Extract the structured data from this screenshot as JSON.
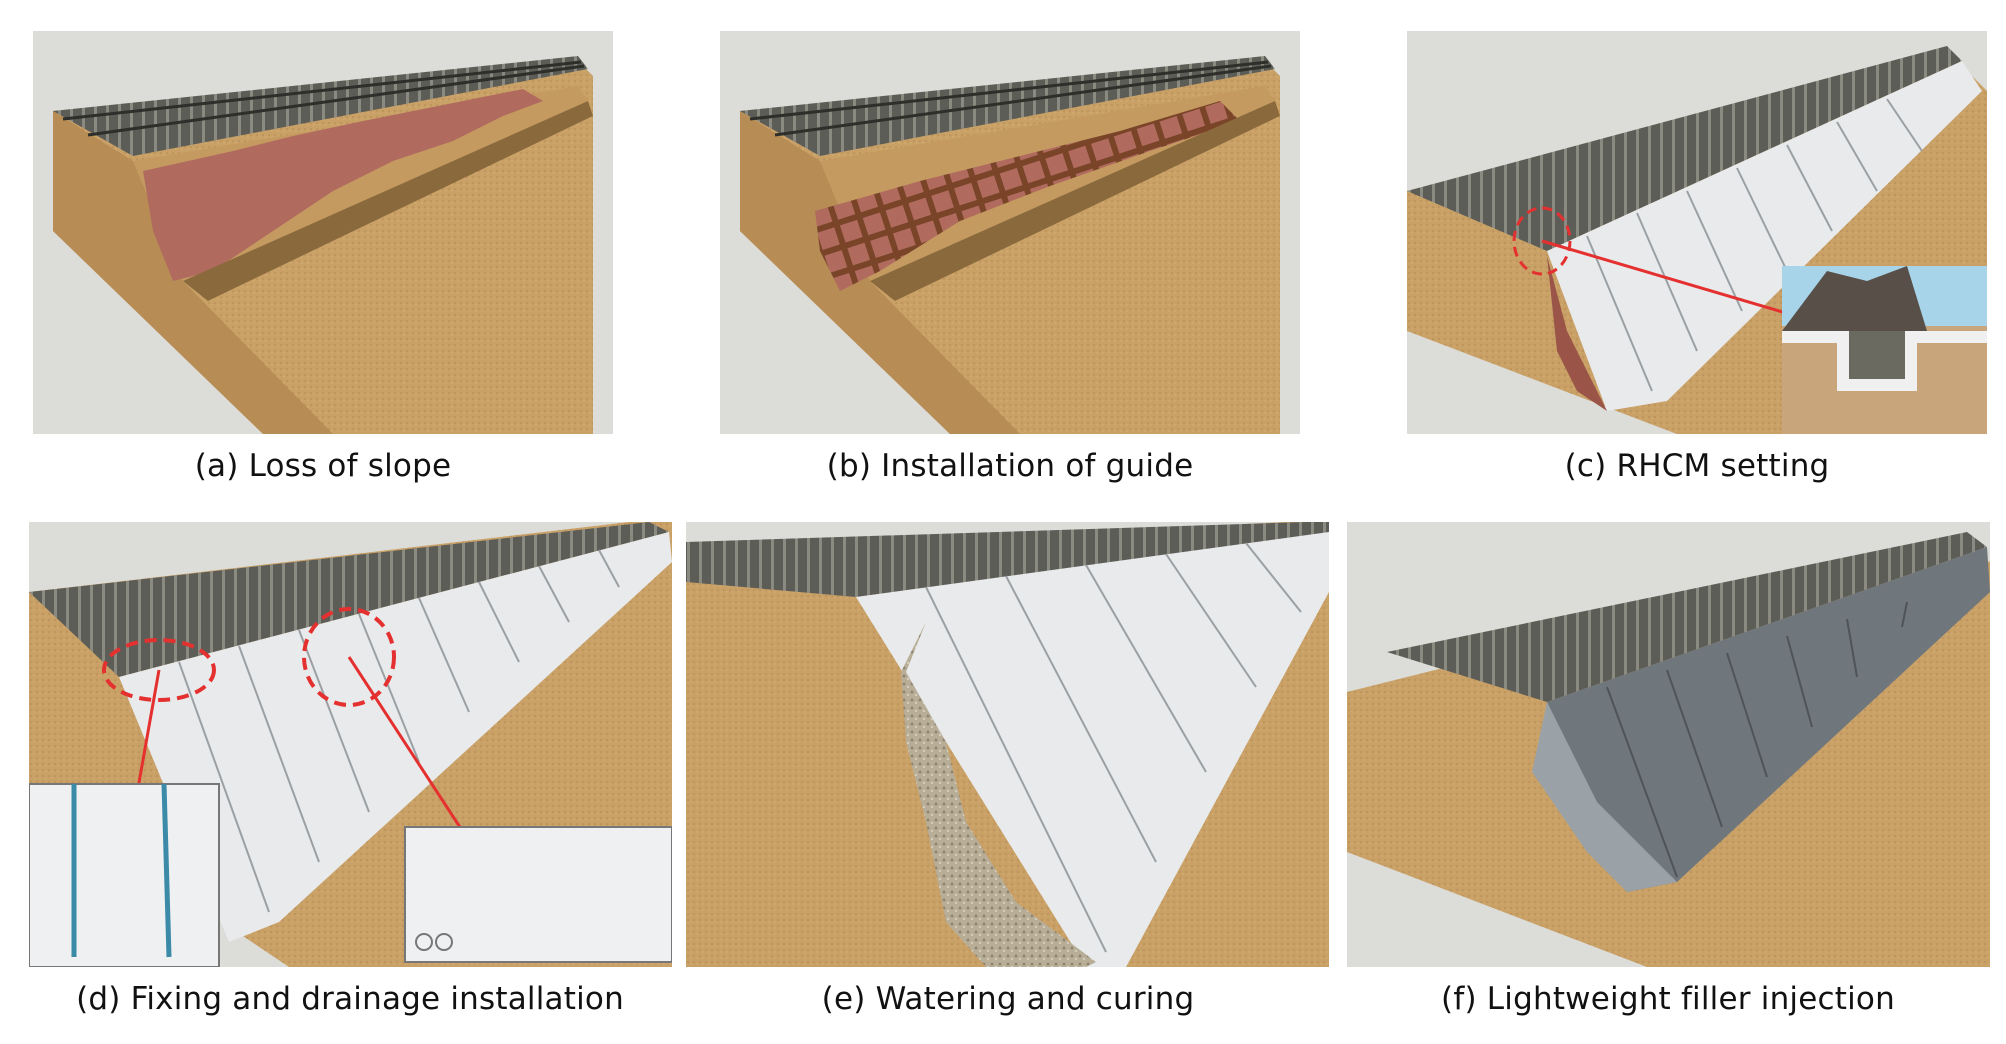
{
  "panels": [
    {
      "id": "a",
      "caption": "(a) Loss of slope"
    },
    {
      "id": "b",
      "caption": "(b) Installation of guide"
    },
    {
      "id": "c",
      "caption": "(c) RHCM setting"
    },
    {
      "id": "d",
      "caption": "(d) Fixing and drainage installation"
    },
    {
      "id": "e",
      "caption": "(e) Watering and curing"
    },
    {
      "id": "f",
      "caption": "(f) Lightweight filler injection"
    }
  ],
  "colors": {
    "soil": "#c9a066",
    "soil_dark": "#a87f48",
    "loss_area": "#b06b5e",
    "guide_wood": "#7a4428",
    "rhcm_panel": "#e8eaeb",
    "filled_panel": "#6f777d",
    "highlight": "#e53030",
    "background": "#dcdcd8"
  }
}
